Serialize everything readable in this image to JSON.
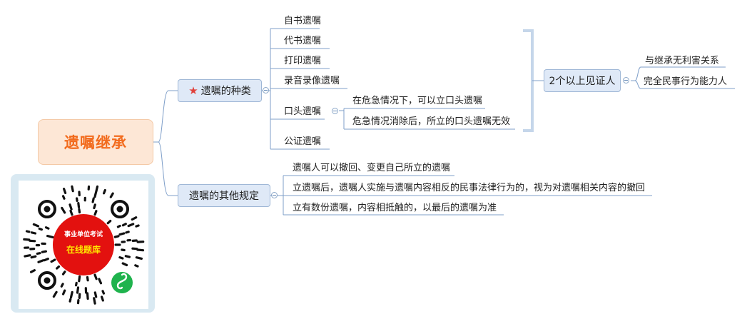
{
  "root": {
    "label": "遗嘱继承"
  },
  "branch_types": {
    "label": "遗嘱的种类",
    "items": [
      {
        "label": "自书遗嘱"
      },
      {
        "label": "代书遗嘱"
      },
      {
        "label": "打印遗嘱"
      },
      {
        "label": "录音录像遗嘱"
      },
      {
        "label": "口头遗嘱"
      },
      {
        "label": "公证遗嘱"
      }
    ],
    "oral": [
      {
        "label": "在危急情况下，可以立口头遗嘱"
      },
      {
        "label": "危急情况消除后，所立的口头遗嘱无效"
      }
    ],
    "witness": {
      "label": "2个以上见证人",
      "items": [
        {
          "label": "与继承无利害关系"
        },
        {
          "label": "完全民事行为能力人"
        }
      ]
    }
  },
  "branch_other": {
    "label": "遗嘱的其他规定",
    "items": [
      {
        "label": "遗嘱人可以撤回、变更自己所立的遗嘱"
      },
      {
        "label": "立遗嘱后，遗嘱人实施与遗嘱内容相反的民事法律行为的，视为对遗嘱相关内容的撤回"
      },
      {
        "label": "立有数份遗嘱，内容相抵触的，以最后的遗嘱为准"
      }
    ]
  },
  "qr": {
    "line1": "事业单位考试",
    "line2": "在线题库"
  },
  "colors": {
    "root_text": "#f26b1d",
    "root_bg": "#fde7d6",
    "branch_bg": "#dfe9f7",
    "line": "#7f9fc9",
    "bracket": "#c5d6ea",
    "qr_red": "#e3110f",
    "qr_green": "#1fb34d"
  }
}
